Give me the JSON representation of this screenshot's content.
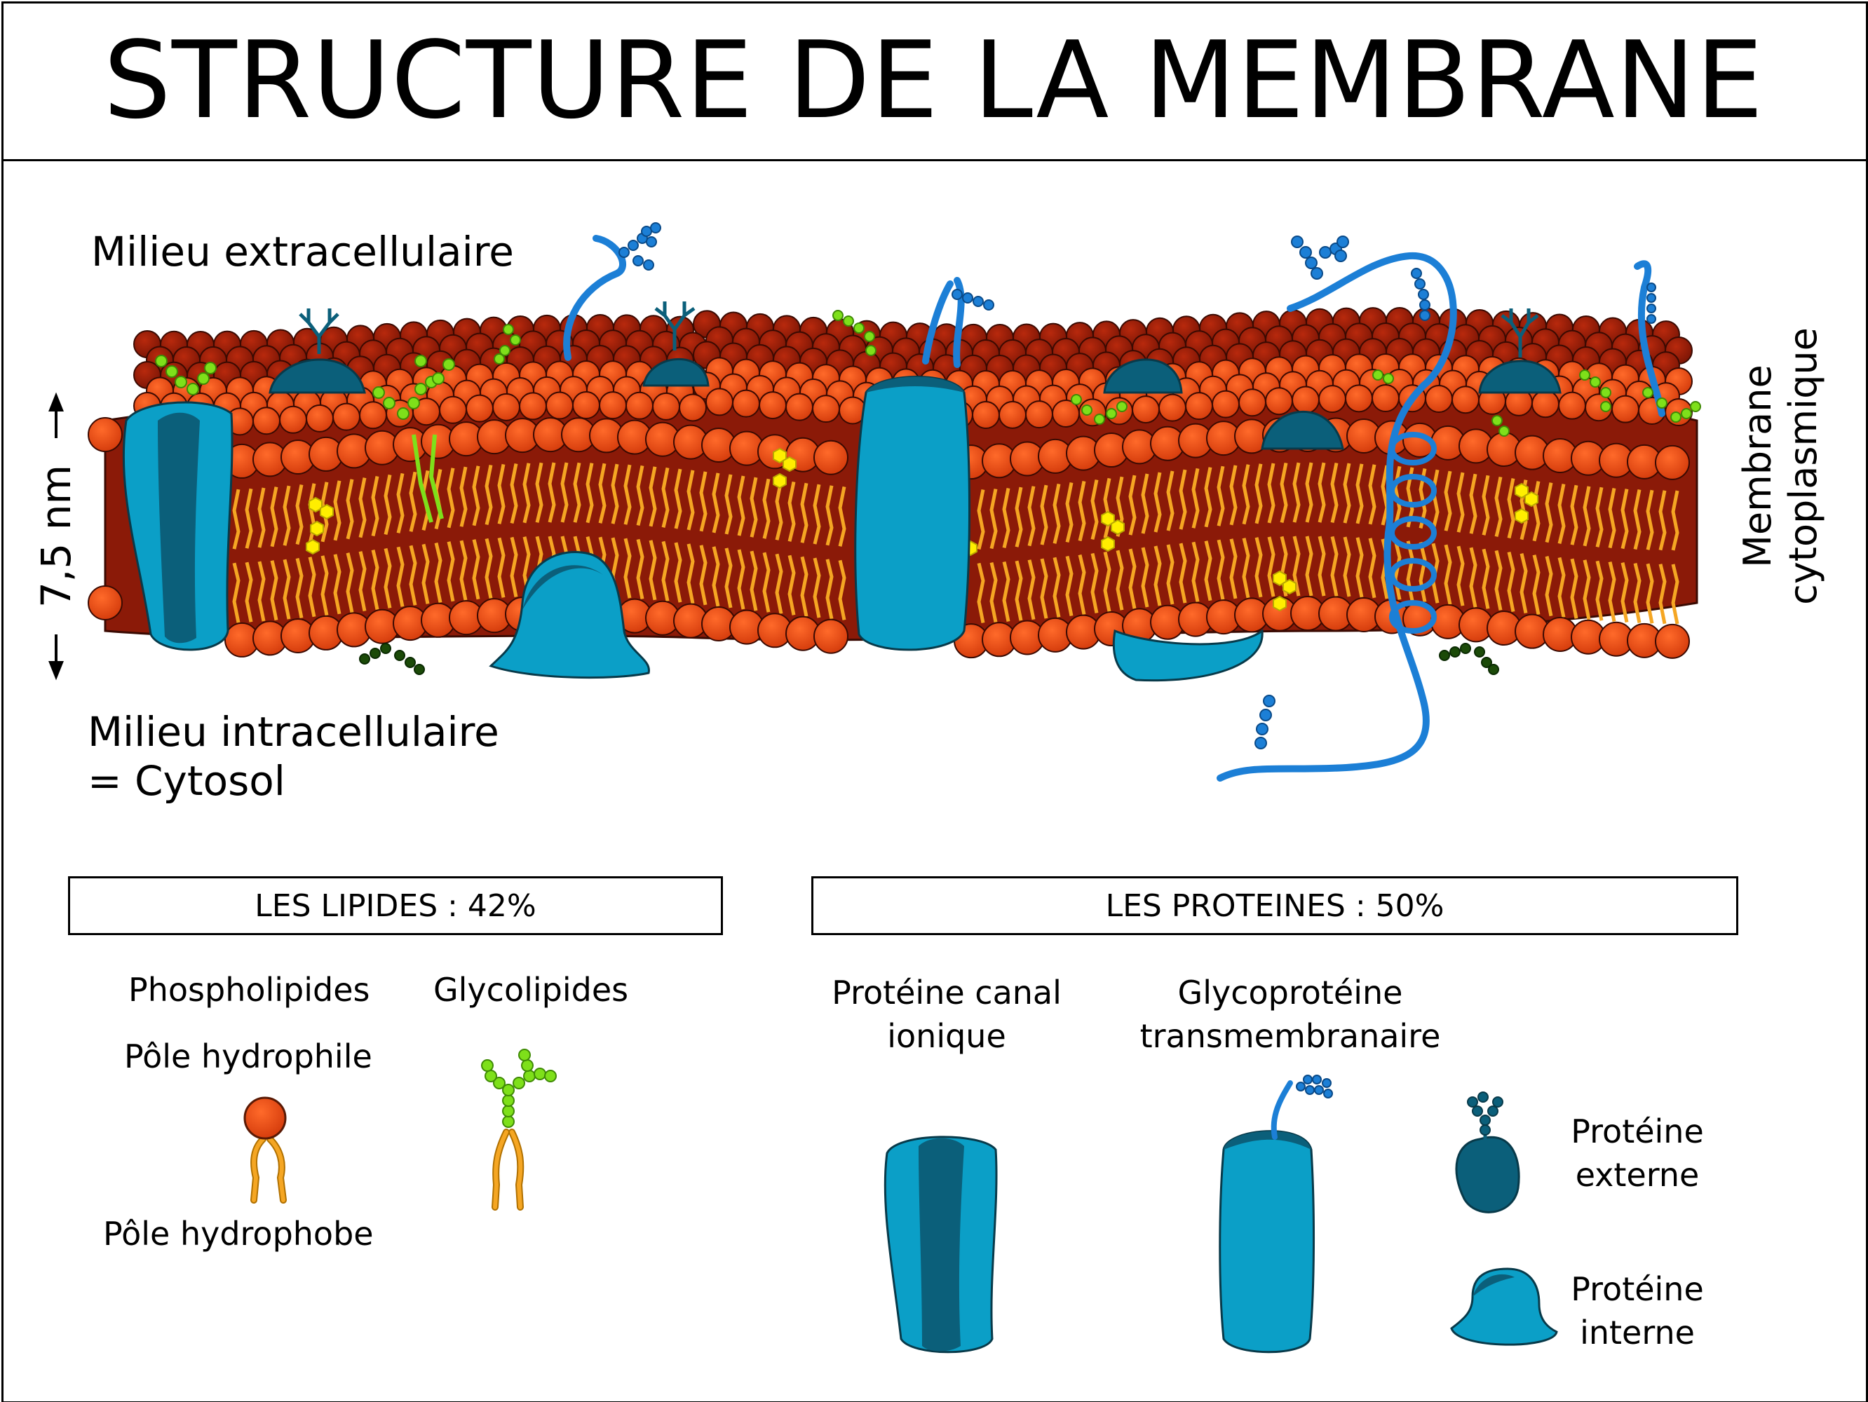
{
  "title": "STRUCTURE DE LA MEMBRANE",
  "labels": {
    "extracellular": "Milieu extracellulaire",
    "intracellular_line1": "Milieu intracellulaire",
    "intracellular_line2": "= Cytosol",
    "membrane_line1": "Membrane",
    "membrane_line2": "cytoplasmique",
    "thickness": "7,5 nm"
  },
  "legend": {
    "lipids": {
      "header": "LES LIPIDES : 42%",
      "phospholipids": "Phospholipides",
      "glycolipids": "Glycolipides",
      "hydrophilic": "Pôle hydrophile",
      "hydrophobic": "Pôle hydrophobe"
    },
    "proteins": {
      "header": "LES PROTEINES : 50%",
      "channel_line1": "Protéine canal",
      "channel_line2": "ionique",
      "glyco_line1": "Glycoprotéine",
      "glyco_line2": "transmembranaire",
      "external_line1": "Protéine",
      "external_line2": "externe",
      "internal_line1": "Protéine",
      "internal_line2": "interne"
    }
  },
  "colors": {
    "head_front": "#e8410f",
    "head_back": "#8b1a08",
    "tail": "#f5a623",
    "protein_light": "#0b9fc7",
    "protein_dark": "#0b5f7a",
    "glyco_chain": "#7ee01a",
    "cholesterol": "#ffee00",
    "glycoprotein_strand": "#1c7fd6"
  }
}
